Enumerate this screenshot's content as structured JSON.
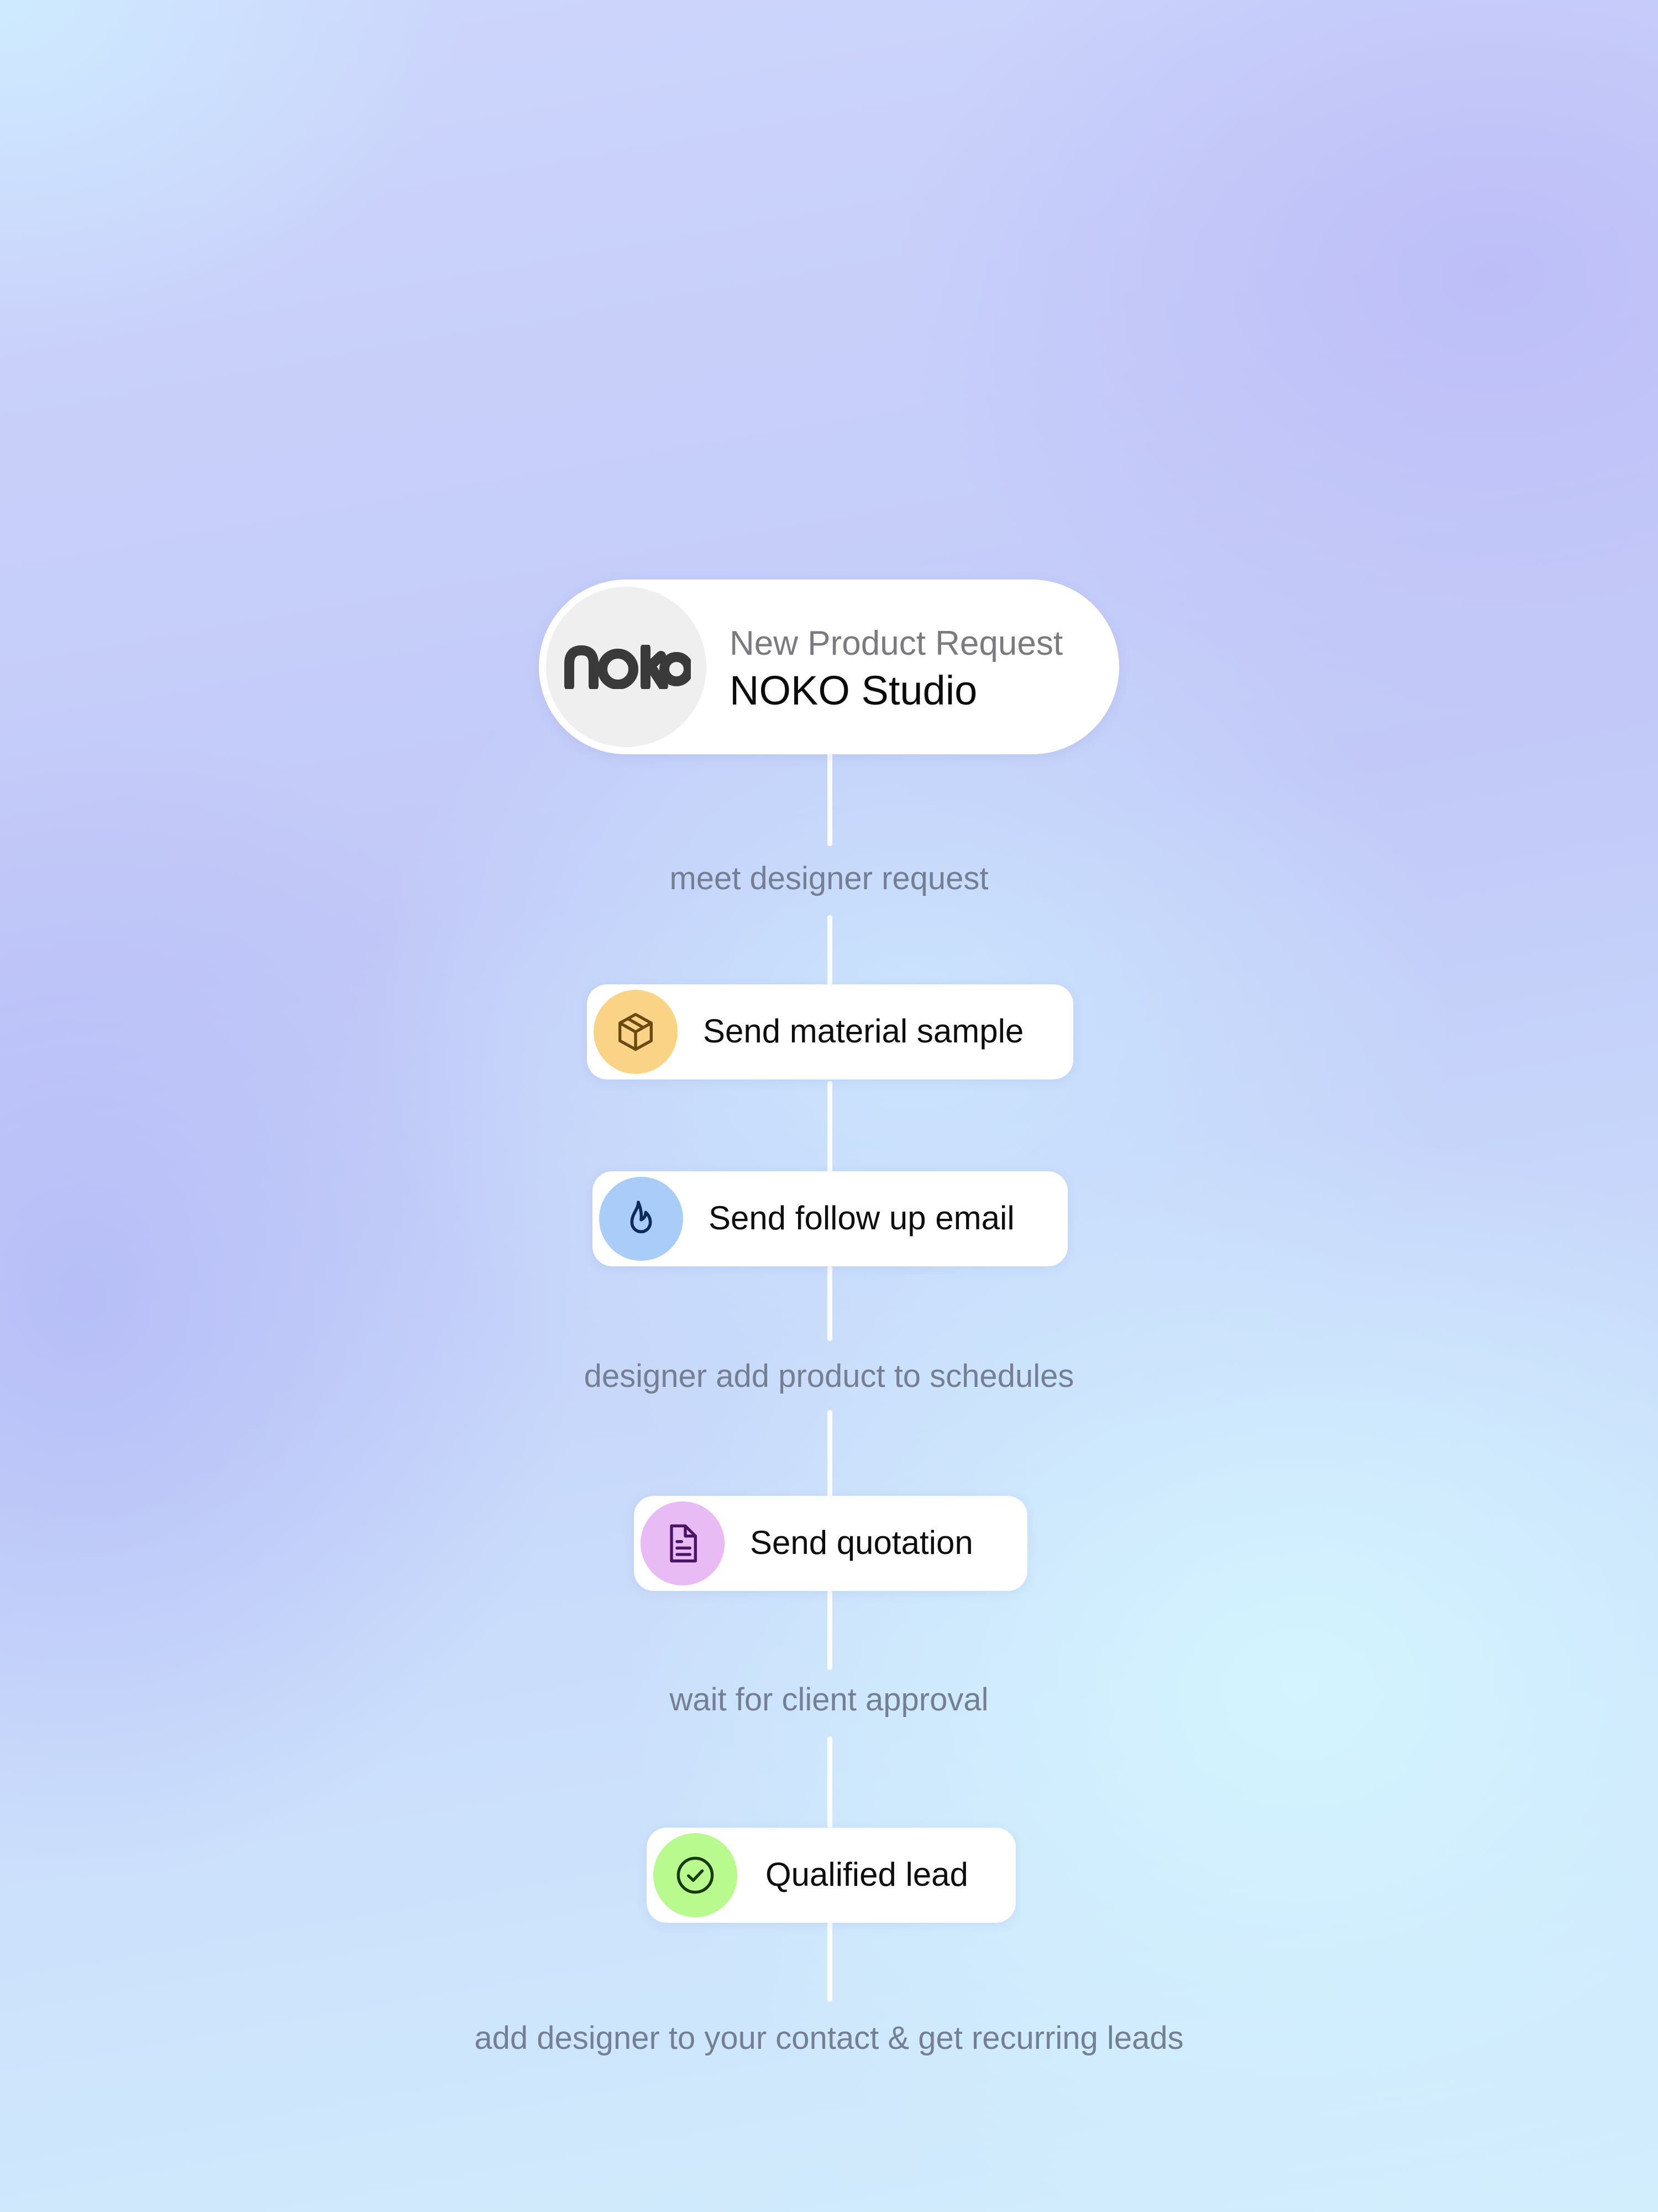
{
  "header": {
    "logo_text": "noko",
    "subtitle": "New Product Request",
    "title": "NOKO Studio"
  },
  "flow": {
    "label_1": "meet designer request",
    "step_1": {
      "label": "Send material sample",
      "icon": "box-icon",
      "color": "#fbd386"
    },
    "step_2": {
      "label": "Send follow up email",
      "icon": "flame-icon",
      "color": "#a9cdf8"
    },
    "label_2": "designer add product to schedules",
    "step_3": {
      "label": "Send quotation",
      "icon": "document-icon",
      "color": "#e8bbf5"
    },
    "label_3": "wait for client approval",
    "step_4": {
      "label": "Qualified lead",
      "icon": "check-circle-icon",
      "color": "#b8fa8d"
    },
    "label_4": "add designer to your contact & get recurring leads"
  }
}
